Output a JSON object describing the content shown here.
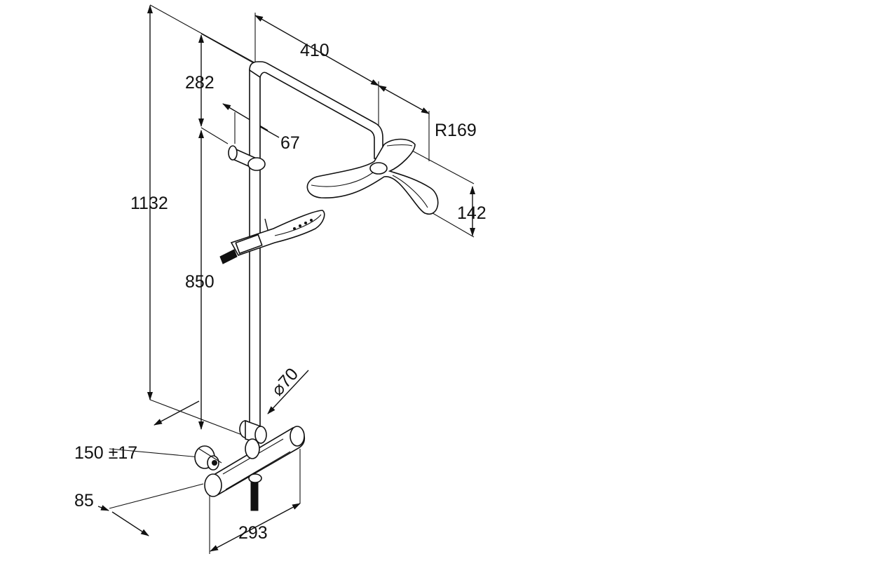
{
  "drawing": {
    "dimensions": {
      "d1132": "1132",
      "d282": "282",
      "d850": "850",
      "d67": "67",
      "d410": "410",
      "dR169": "R169",
      "d142": "142",
      "d70": "70",
      "d150": "150 ±17",
      "d85": "85",
      "d293": "293"
    },
    "diameter_symbol": "⌀"
  }
}
